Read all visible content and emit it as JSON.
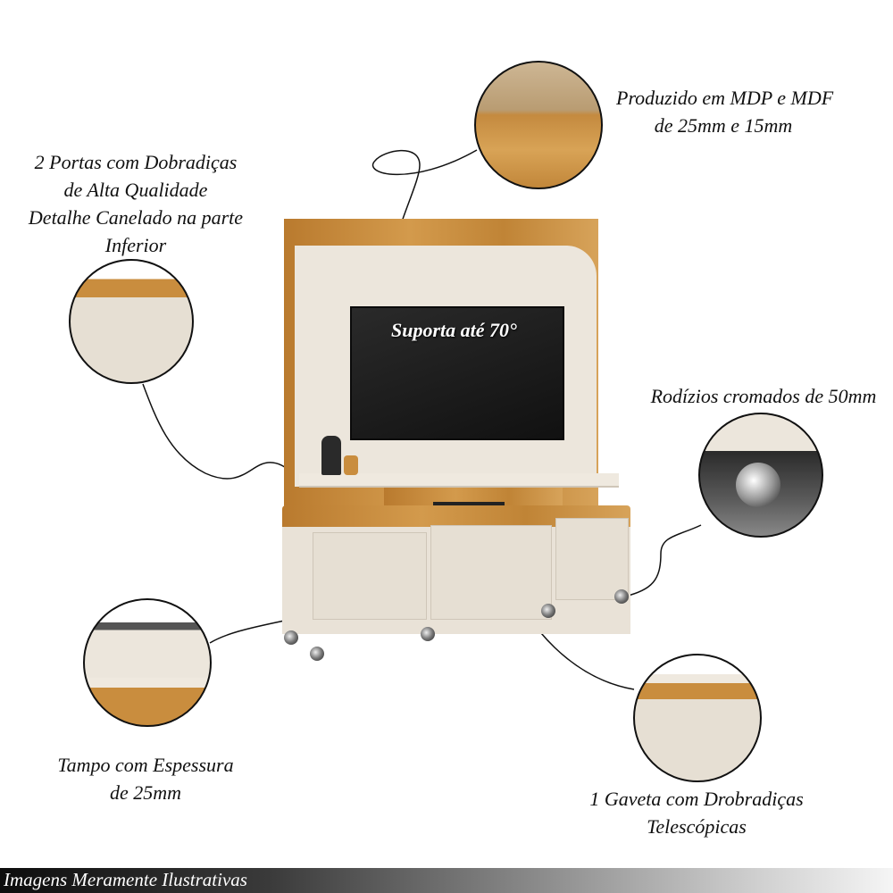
{
  "callouts": {
    "material": {
      "lines": [
        "Produzido em MDP e MDF",
        "de 25mm e 15mm"
      ]
    },
    "doors": {
      "lines": [
        "2 Portas com Dobradiças",
        "de Alta Qualidade",
        "Detalhe Canelado na parte",
        "Inferior"
      ]
    },
    "wheels": {
      "lines": [
        "Rodízios cromados de 50mm"
      ]
    },
    "top": {
      "lines": [
        "Tampo com Espessura",
        "de 25mm"
      ]
    },
    "drawer": {
      "lines": [
        "1 Gaveta com Drobradiças",
        "Telescópicas"
      ]
    }
  },
  "tv_label": "Suporta até 70°",
  "footer": "Imagens Meramente Ilustrativas",
  "colors": {
    "wood": "#c98d3e",
    "cream": "#e9e2d7",
    "tv": "#1c1c1c"
  }
}
